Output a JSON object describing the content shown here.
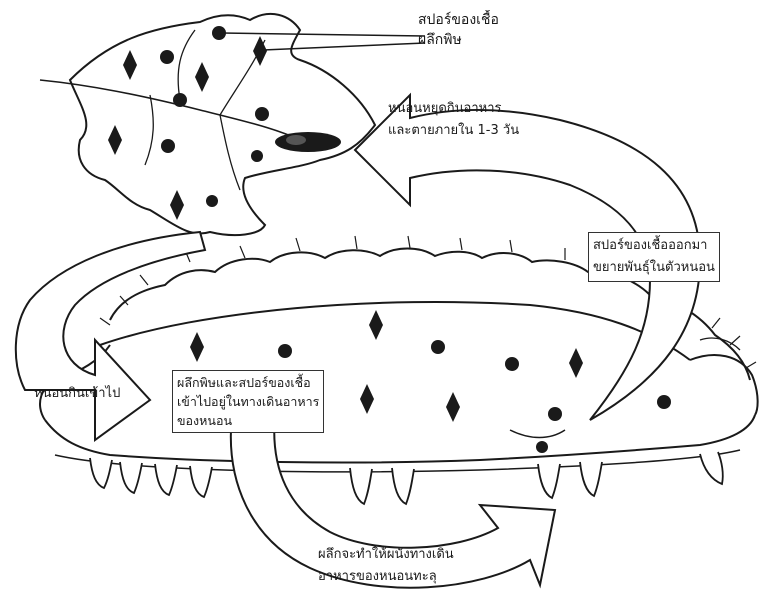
{
  "labels": {
    "spores_and_crystals": "สปอร์ของเชื้อ\nผลึกพิษ",
    "larva_stops_eating": "หนอนหยุดกินอาหาร\nและตายภายใน 1-3 วัน",
    "spores_multiply": "สปอร์ของเชื้อออกมา\nขยายพันธุ์ในตัวหนอน",
    "larva_eats": "หนอนกินเข้าไป",
    "crystals_enter_gut": "ผลึกพิษและสปอร์ของเชื้อ\nเข้าไปอยู่ในทางเดินอาหาร\nของหนอน",
    "gut_wall_ruptured": "ผลึกจะทำให้ผนังทางเดิน\nอาหารของหนอนทะลุ"
  },
  "colors": {
    "ink": "#1a1a1a",
    "background": "#ffffff"
  }
}
